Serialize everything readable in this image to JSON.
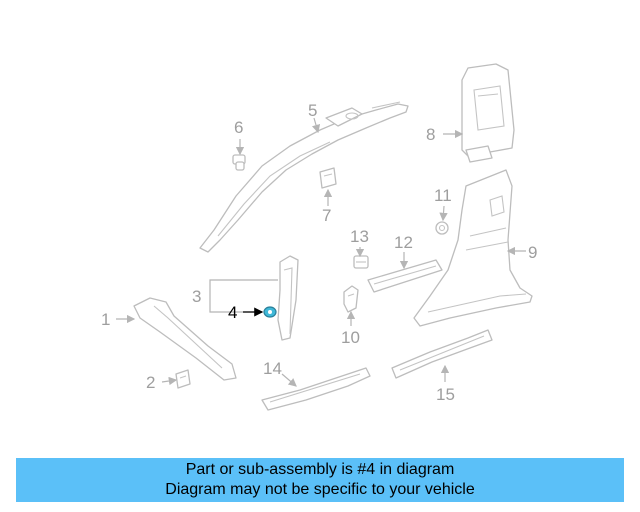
{
  "diagram": {
    "callouts": {
      "p1": "1",
      "p2": "2",
      "p3": "3",
      "p4": "4",
      "p5": "5",
      "p6": "6",
      "p7": "7",
      "p8": "8",
      "p9": "9",
      "p10": "10",
      "p11": "11",
      "p12": "12",
      "p13": "13",
      "p14": "14",
      "p15": "15"
    },
    "highlighted_part": "4",
    "colors": {
      "part_outline": "#bdbdbd",
      "label_gray": "#9e9e9e",
      "highlight_part": "#3fb8d8",
      "highlight_label": "#000000"
    }
  },
  "banner": {
    "line1": "Part or sub-assembly is #4 in diagram",
    "line2": "Diagram may not be specific to your vehicle",
    "background": "#5bc0f8"
  }
}
